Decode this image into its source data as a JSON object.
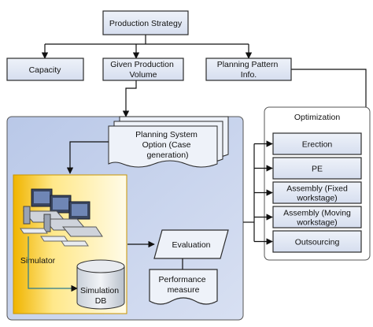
{
  "nodes": {
    "strategy": "Production Strategy",
    "capacity": "Capacity",
    "volume": [
      "Given Production",
      "Volume"
    ],
    "pattern": [
      "Planning Pattern",
      "Info."
    ],
    "planning_option": [
      "Planning System",
      "Option (Case",
      "generation)"
    ],
    "simulator": "Simulator",
    "simulation_db": [
      "Simulation",
      "DB"
    ],
    "evaluation": "Evaluation",
    "performance": [
      "Performance",
      "measure"
    ]
  },
  "optimization": {
    "title": "Optimization",
    "items": [
      [
        "Erection"
      ],
      [
        "PE"
      ],
      [
        "Assembly (Fixed",
        "workstage)"
      ],
      [
        "Assembly (Moving",
        "workstage)"
      ],
      [
        "Outsourcing"
      ]
    ]
  },
  "colors": {
    "box_fill": "#dfe5f2",
    "box_stroke": "#2b2b2b",
    "panel_fill": "#c7d3ec",
    "simulator_fill": "#f4c20d",
    "line": "#111111"
  },
  "icons": {
    "computers": "computer-cluster-icon",
    "database": "database-cylinder-icon"
  }
}
